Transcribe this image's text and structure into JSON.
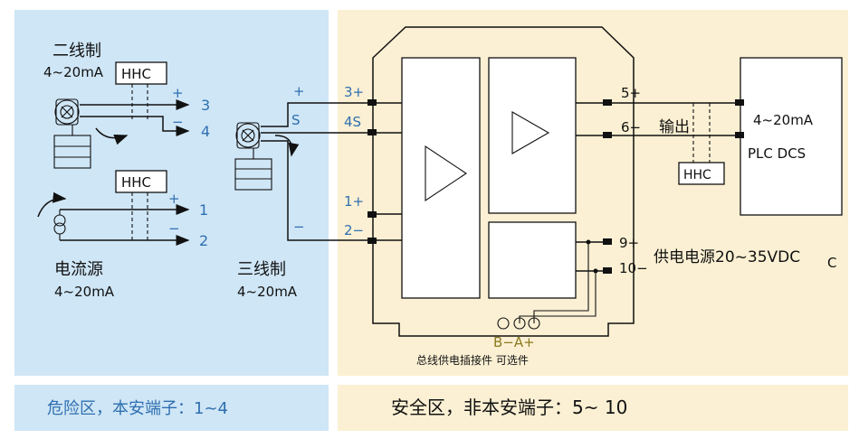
{
  "colors": {
    "hazard_bg": "#cfe6f6",
    "safe_bg": "#fbf0d3",
    "text_blue": "#2f6fb0",
    "text_olive": "#8a7a1e"
  },
  "left": {
    "two_wire_title": "二线制",
    "two_wire_range": "4~20mA",
    "hhc_top": "HHC",
    "plus_top": "+",
    "minus_top": "−",
    "term3": "3",
    "term4": "4",
    "hhc_mid": "HHC",
    "plus_mid": "+",
    "minus_mid": "−",
    "term1": "1",
    "term2": "2",
    "current_source_title": "电流源",
    "current_source_range": "4~20mA",
    "three_wire_title": "三线制",
    "three_wire_range": "4~20mA",
    "plus_3w": "+",
    "s_3w": "S",
    "minus_3w": "−",
    "footer": "危险区，本安端子：1~4"
  },
  "module": {
    "in_3plus": "3+",
    "in_4s": "4S",
    "in_1plus": "1+",
    "in_2minus": "2−",
    "out_5plus": "5+",
    "out_6minus": "6−",
    "out_label": "输出",
    "pwr_9plus": "9+",
    "pwr_10minus": "10−",
    "supply_label": "供电电源20~35VDC",
    "supply_suffix": "C",
    "connector": "B−A+",
    "connector_caption": "总线供电插接件 可选件"
  },
  "plc": {
    "range": "4~20mA",
    "name": "PLC DCS",
    "hhc": "HHC"
  },
  "right": {
    "footer": "安全区，非本安端子：5~ 10"
  }
}
